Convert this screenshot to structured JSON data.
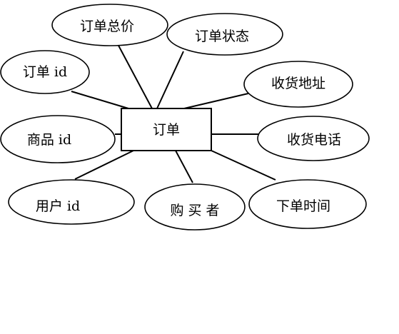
{
  "entity": {
    "label": "订单"
  },
  "attributes": {
    "total_price": "订单总价",
    "status": "订单状态",
    "order_id": "订单 id",
    "address": "收货地址",
    "product_id": "商品 id",
    "phone": "收货电话",
    "user_id": "用户 id",
    "buyer": "购 买 者",
    "order_time": "下单时间"
  }
}
